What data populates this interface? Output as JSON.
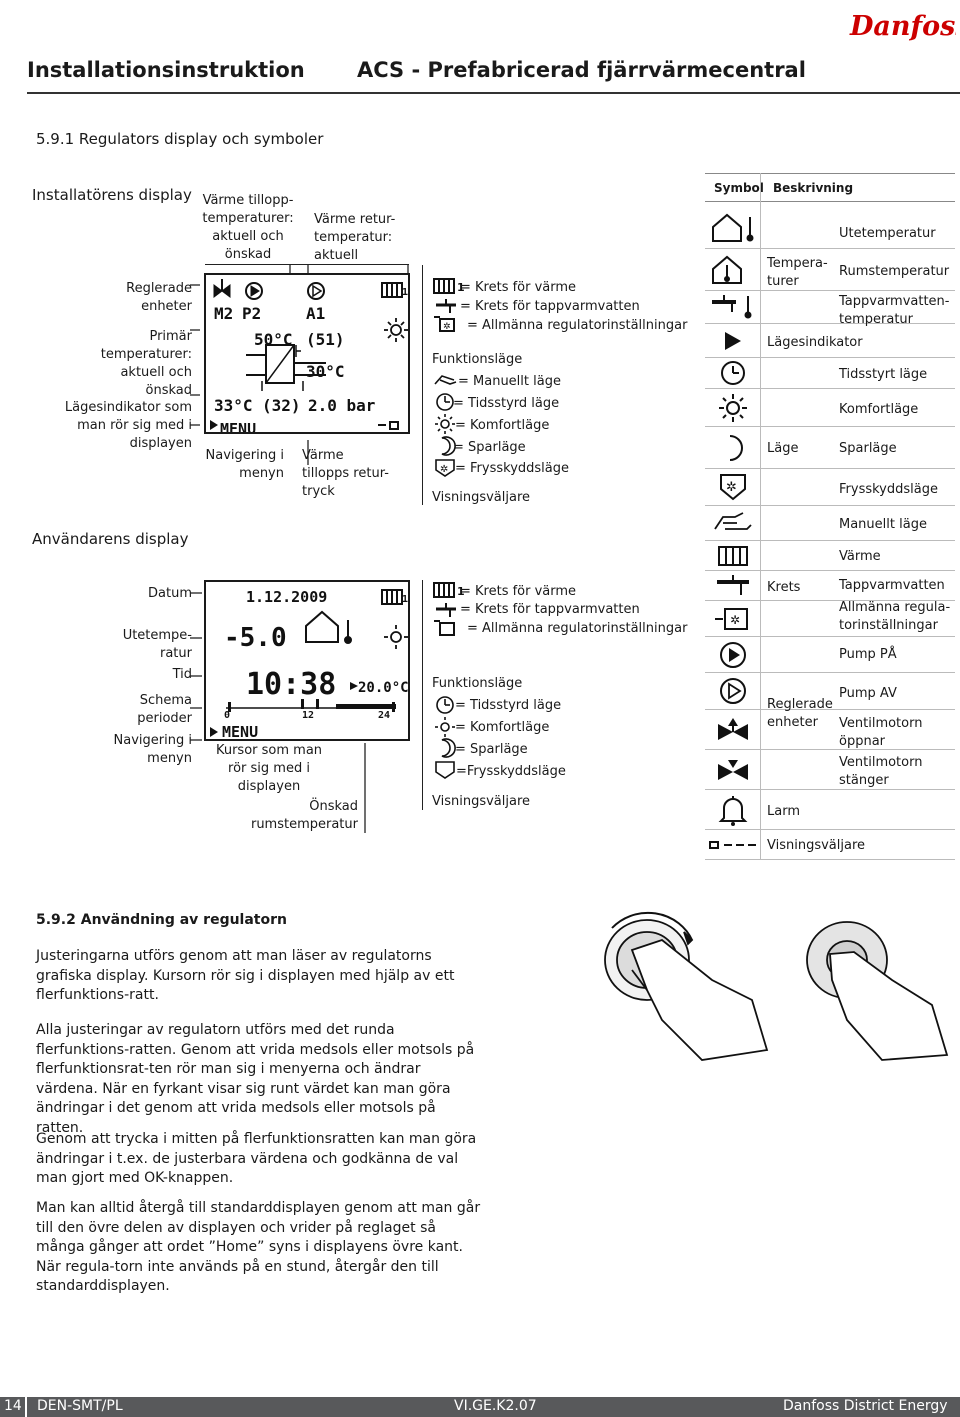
{
  "header": {
    "left_title": "Installationsinstruktion",
    "right_title": "ACS - Prefabricerad fjärrvärmecentral",
    "logo": "Danfoss"
  },
  "section_title": "5.9.1 Regulators display och symboler",
  "installer": {
    "heading": "Installatörens display",
    "labels": {
      "reglerade": "Reglerade\nenheter",
      "primar": "Primär\ntemperaturer:\naktuell och\nönskad",
      "lagesind": "Lägesindikator som\nman rör sig med i\ndisplayen",
      "varme_tillopp": "Värme tillopp-\ntemperaturer:\naktuell och\nönskad",
      "varme_retur": "Värme retur-\ntemperatur:\naktuell",
      "navigering": "Navigering i\nmenyn",
      "varme_tryck": "Värme\ntillopps retur-\ntryck"
    },
    "lcd": {
      "m2": "M2",
      "p2": "P2",
      "a1": "A1",
      "t50": "50°C",
      "t51": "(51)",
      "t30": "30°C",
      "t33": "33°C",
      "t32": "(32)",
      "bar": "2.0 bar",
      "menu": "MENU",
      "dash": "--",
      "circuit": "1"
    },
    "legend": {
      "krets_varme": "= Krets för värme",
      "krets_tapp": "= Krets för tappvarmvatten",
      "allmanna": "= Allmänna regulatorinställningar",
      "funktionslage": "Funktionsläge",
      "manuellt": "= Manuellt läge",
      "tidsstyrd": "= Tidsstyrd läge",
      "komfort": "= Komfortläge",
      "spar": "= Sparläge",
      "fryss": "= Frysskyddsläge",
      "visning": "Visningsväljare"
    }
  },
  "user": {
    "heading": "Användarens display",
    "labels": {
      "datum": "Datum",
      "utetemp": "Utetempe-\nratur",
      "tid": "Tid",
      "schema": "Schema\nperioder",
      "navigering": "Navigering i\nmenyn",
      "kursor": "Kursor som man\nrör sig med i\ndisplayen",
      "onskad": "Önskad\nrumstemperatur"
    },
    "lcd": {
      "date": "1.12.2009",
      "temp": "-5.0",
      "time": "10:38",
      "room": "20.0°C",
      "menu": "MENU",
      "s0": "0",
      "s12": "12",
      "s24": "24",
      "circuit": "1"
    },
    "legend": {
      "krets_varme": "= Krets för värme",
      "krets_tapp": "= Krets för tappvarmvatten",
      "allmanna": "= Allmänna regulatorinställningar",
      "funktionslage": "Funktionsläge",
      "tidsstyrd": "= Tidsstyrd läge",
      "komfort": "= Komfortläge",
      "spar": "= Sparläge",
      "fryss": "=Frysskyddsläge",
      "visning": "Visningsväljare"
    }
  },
  "symbol_table": {
    "col_symbol": "Symbol",
    "col_beskrivning": "Beskrivning",
    "groups": {
      "temperaturer": "Tempera-\nturer",
      "lagesindikator": "Lägesindikator",
      "lage": "Läge",
      "krets": "Krets",
      "reglerade": "Reglerade\nenheter",
      "larm": "Larm",
      "visning": "Visningsväljare"
    },
    "desc": {
      "utetemp": "Utetemperatur",
      "rumstemp": "Rumstemperatur",
      "tappvarm": "Tappvarmvatten-\ntemperatur",
      "tidsstyrt": "Tidsstyrt läge",
      "komfort": "Komfortläge",
      "spar": "Sparläge",
      "fryss": "Frysskyddsläge",
      "manuellt": "Manuellt läge",
      "varme": "Värme",
      "tappvatten": "Tappvarmvatten",
      "allmanna": "Allmänna regula-\ntorinställningar",
      "pump_pa": "Pump PÅ",
      "pump_av": "Pump AV",
      "ventil_oppnar": "Ventilmotorn\nöppnar",
      "ventil_stanger": "Ventilmotorn\nstänger"
    }
  },
  "usage": {
    "title": "5.9.2 Användning av regulatorn",
    "p1": "Justeringarna utförs genom att man läser av regulatorns grafiska display. Kursorn rör sig i displayen med hjälp av ett flerfunktions-ratt.",
    "p2": "Alla justeringar av regulatorn utförs med det runda flerfunktions-ratten. Genom att vrida medsols eller motsols på flerfunktionsrat-ten rör man sig i menyerna och ändrar värdena. När en fyrkant visar sig runt värdet kan man göra ändringar i det genom att vrida medsols eller motsols på ratten.",
    "p3": "Genom att trycka i mitten på flerfunktionsratten kan man göra ändringar i t.ex. de justerbara värdena och godkänna de val man gjort med OK-knappen.",
    "p4": "Man kan alltid återgå till standarddisplayen genom att man går till den övre delen av displayen och vrider på reglaget så många gånger att ordet ”Home” syns i displayens övre kant. När regula-torn inte används på en stund, återgår den till standarddisplayen."
  },
  "footer": {
    "page": "14",
    "code": "DEN-SMT/PL",
    "ref": "VI.GE.K2.07",
    "company": "Danfoss District Energy"
  }
}
